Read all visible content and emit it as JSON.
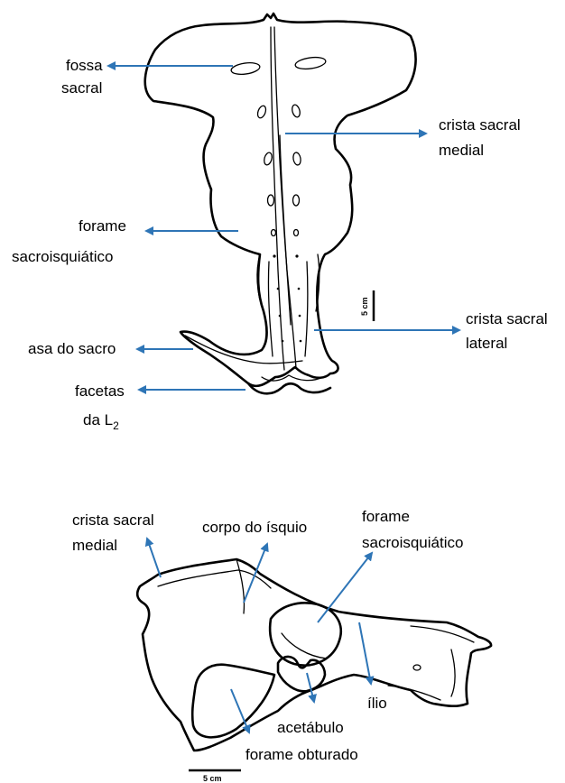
{
  "top_diagram": {
    "labels": {
      "fossa_sacral_1": "fossa",
      "fossa_sacral_2": "sacral",
      "crista_sacral_medial_1": "crista sacral",
      "crista_sacral_medial_2": "medial",
      "forame_sacroisquiatico_1": "forame",
      "forame_sacroisquiatico_2": "sacroisquiático",
      "crista_sacral_lateral_1": "crista sacral",
      "crista_sacral_lateral_2": "lateral",
      "asa_do_sacro": "asa do sacro",
      "facetas_1": "facetas",
      "facetas_2": "da L",
      "facetas_sub": "2"
    },
    "scale_bar": "5 cm"
  },
  "bottom_diagram": {
    "labels": {
      "crista_sacral_medial_1": "crista sacral",
      "crista_sacral_medial_2": "medial",
      "corpo_do_isquio": "corpo do ísquio",
      "forame_sacroisquiatico_1": "forame",
      "forame_sacroisquiatico_2": "sacroisquiático",
      "ilio": "ílio",
      "acetabulo": "acetábulo",
      "forame_obturado": "forame obturado"
    },
    "scale_bar": "5 cm"
  },
  "colors": {
    "arrow": "#2e75b6",
    "outline": "#000000"
  }
}
